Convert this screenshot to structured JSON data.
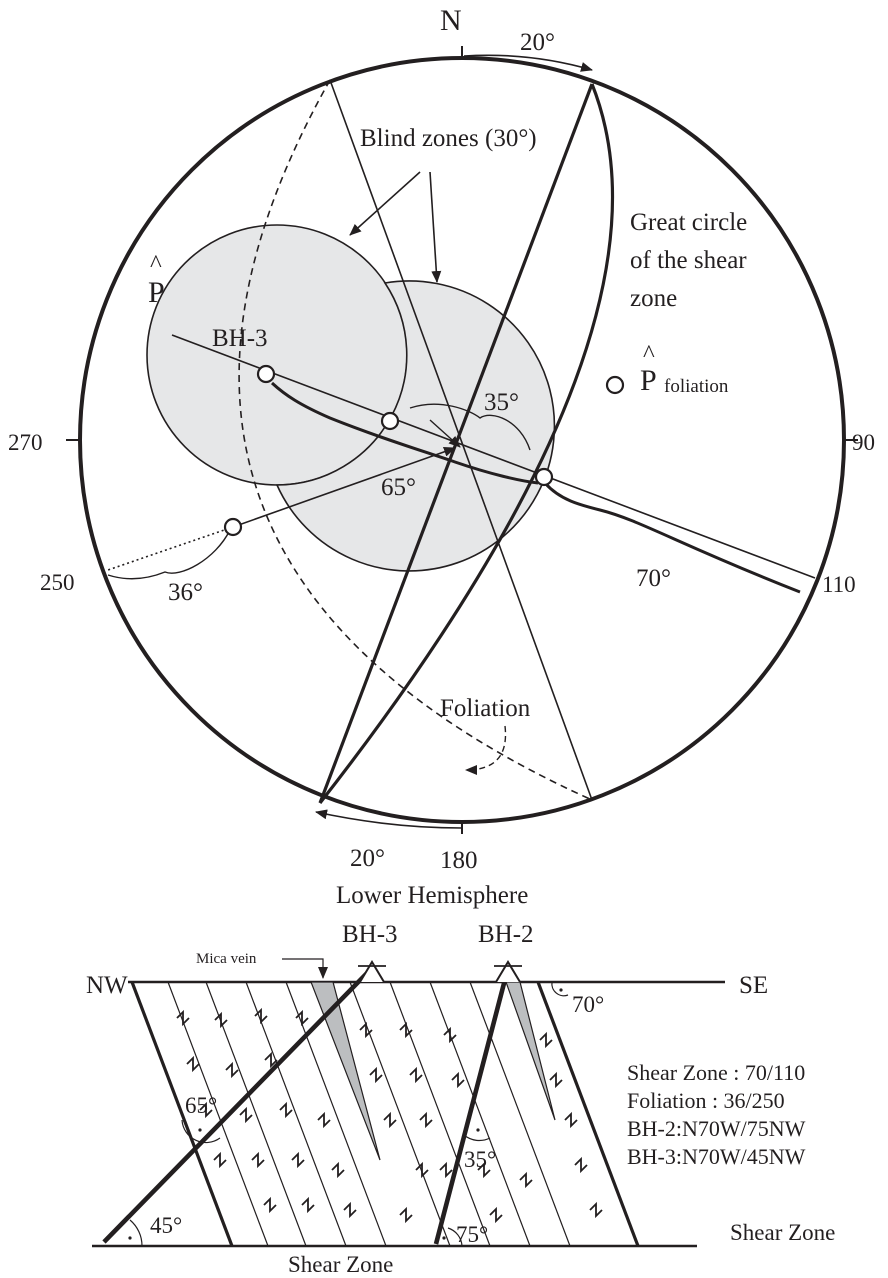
{
  "stereonet": {
    "north": "N",
    "deg_90": "90",
    "deg_270": "270",
    "deg_180": "180",
    "deg_250": "250",
    "deg_110": "110",
    "angle_20_top": "20°",
    "angle_20_bottom": "20°",
    "angle_35": "35°",
    "angle_65": "65°",
    "angle_36": "36°",
    "angle_70": "70°",
    "blind_zones": "Blind zones (30°)",
    "great_circle_lines": [
      "Great circle",
      "of the shear",
      "zone"
    ],
    "p_hat": "P",
    "p_foliation_hat": "P",
    "p_foliation_sub": "foliation",
    "bh3": "BH-3",
    "foliation": "Foliation",
    "hemisphere": "Lower Hemisphere"
  },
  "section": {
    "nw": "NW",
    "se": "SE",
    "bh3": "BH-3",
    "bh2": "BH-2",
    "mica_vein": "Mica vein",
    "angle_70": "70°",
    "angle_65": "65°",
    "angle_45": "45°",
    "angle_35": "35°",
    "angle_75": "75°",
    "shear_zone_bottom": "Shear Zone",
    "shear_zone_right": "Shear Zone",
    "legend": [
      "Shear Zone : 70/110",
      "Foliation : 36/250",
      "BH-2:N70W/75NW",
      "BH-3:N70W/45NW"
    ]
  },
  "colors": {
    "ink": "#231f20",
    "blind_zone_fill": "#e6e7e8",
    "mica_fill": "#bcbec0"
  }
}
